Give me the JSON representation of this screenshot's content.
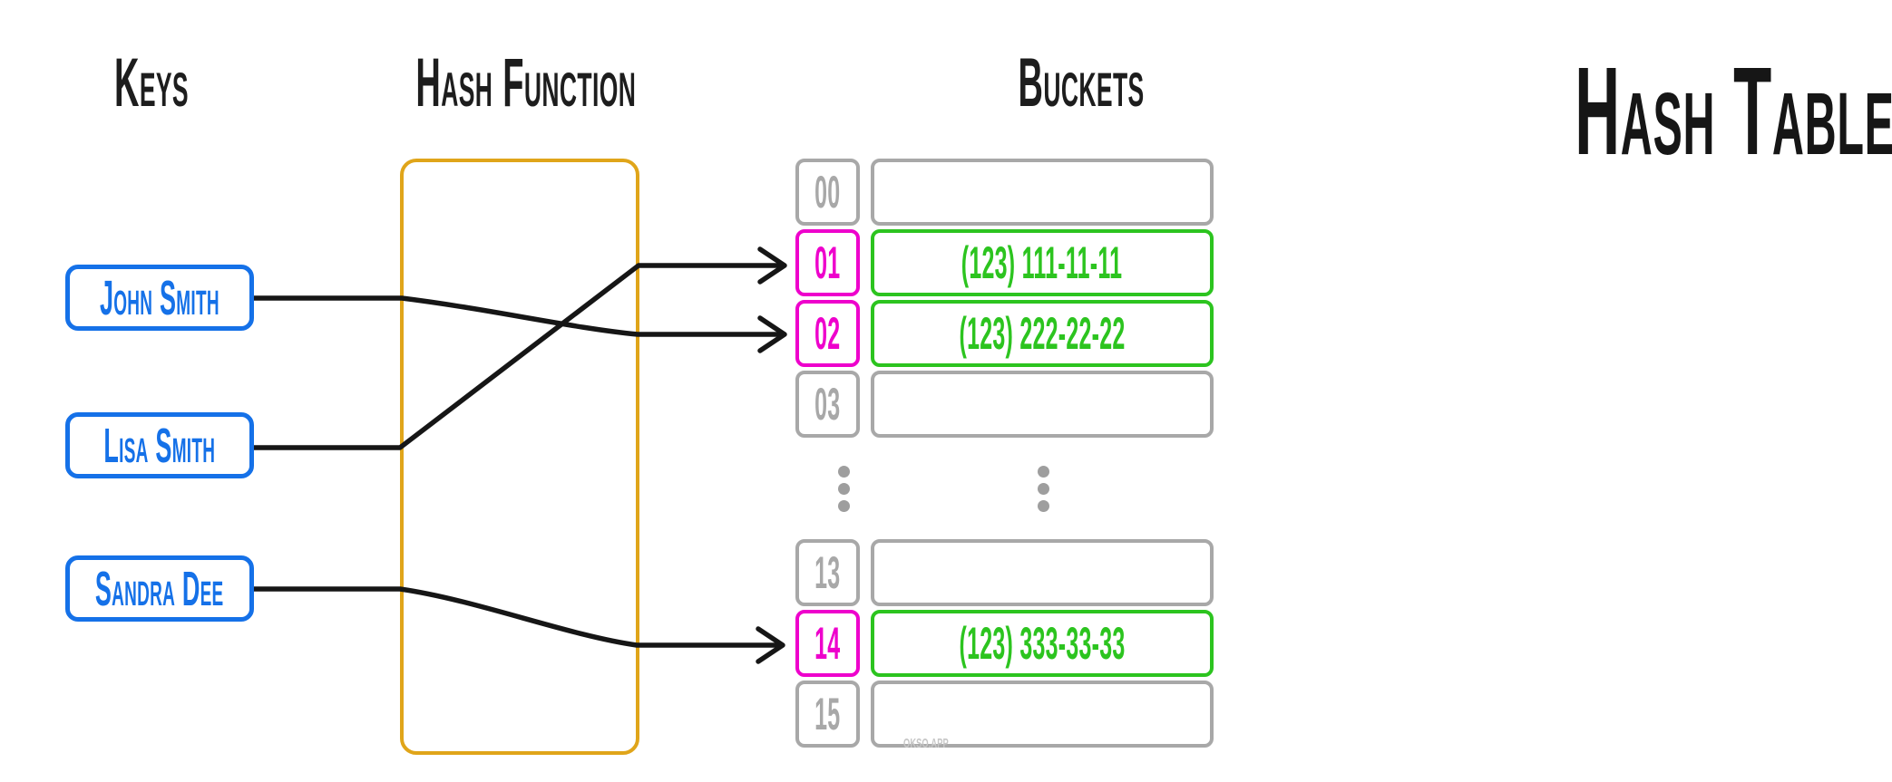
{
  "title": "Hash Table",
  "columns": {
    "keys": "Keys",
    "hash_function": "Hash Function",
    "buckets": "Buckets"
  },
  "keys": [
    {
      "label": "John Smith"
    },
    {
      "label": "Lisa Smith"
    },
    {
      "label": "Sandra Dee"
    }
  ],
  "buckets_top": [
    {
      "index": "00",
      "value": ""
    },
    {
      "index": "01",
      "value": "(123) 111-11-11"
    },
    {
      "index": "02",
      "value": "(123) 222-22-22"
    },
    {
      "index": "03",
      "value": ""
    }
  ],
  "buckets_bottom": [
    {
      "index": "13",
      "value": ""
    },
    {
      "index": "14",
      "value": "(123) 333-33-33"
    },
    {
      "index": "15",
      "value": ""
    }
  ],
  "watermark": "OKSO.APP",
  "colors": {
    "key_blue": "#1571e8",
    "hash_orange": "#e0a51a",
    "highlight_pink": "#ee00cc",
    "value_green": "#2cc41f",
    "muted_gray": "#a8a8a8",
    "line_black": "#161616"
  }
}
